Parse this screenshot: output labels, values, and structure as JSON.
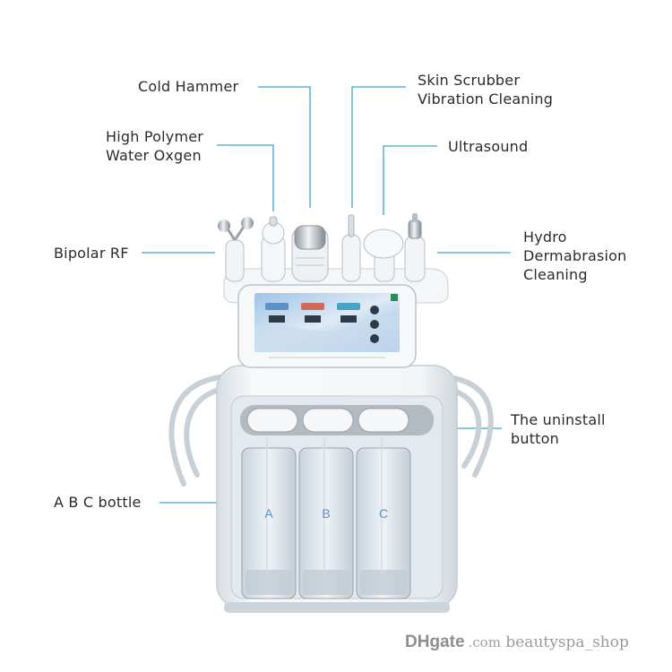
{
  "labels": {
    "cold_hammer": "Cold Hammer",
    "skin_scrubber": [
      "Skin Scrubber",
      "Vibration Cleaning"
    ],
    "high_polymer": [
      "High Polymer",
      "Water Oxgen"
    ],
    "ultrasound": "Ultrasound",
    "bipolar_rf": "Bipolar RF",
    "hydro": [
      "Hydro",
      "Dermabrasion",
      "Cleaning"
    ],
    "uninstall": [
      "The uninstall",
      "button"
    ],
    "abc_bottle": "A B C bottle"
  },
  "bottles": [
    "A",
    "B",
    "C"
  ],
  "watermark": {
    "logo": "DHgate",
    "domain": ".com",
    "shop": "beautyspa_shop"
  },
  "colors": {
    "leader_line": "#3aa6c8",
    "text": "#2b2b2b",
    "machine_body": "#eef1f4",
    "bottle_tint": "#dde6ee",
    "screen_blue": "#6fa6d8"
  }
}
